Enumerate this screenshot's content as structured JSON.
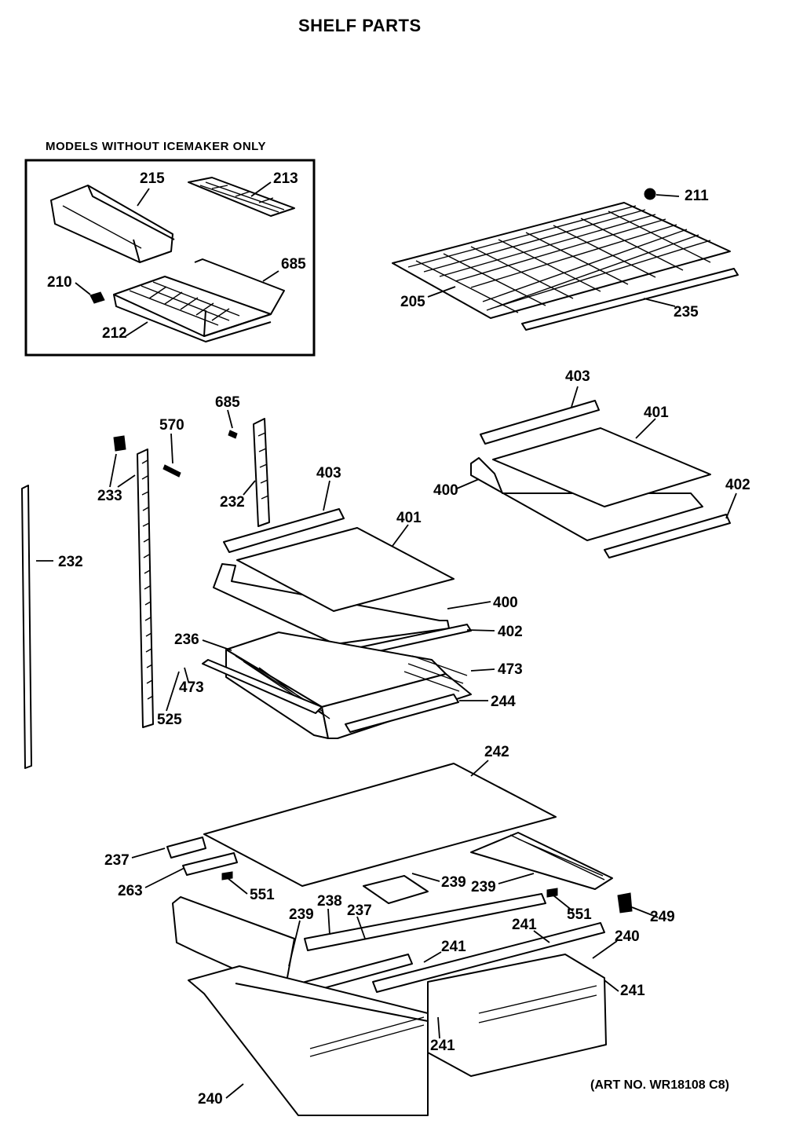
{
  "title": "SHELF PARTS",
  "inset_title": "MODELS WITHOUT ICEMAKER ONLY",
  "art_number": "(ART NO. WR18108 C8)",
  "labels": {
    "l215": "215",
    "l213": "213",
    "l685a": "685",
    "l210": "210",
    "l212": "212",
    "l211": "211",
    "l205": "205",
    "l235": "235",
    "l403a": "403",
    "l401a": "401",
    "l400a": "400",
    "l402a": "402",
    "l685b": "685",
    "l570": "570",
    "l233": "233",
    "l232a": "232",
    "l232b": "232",
    "l403b": "403",
    "l401b": "401",
    "l400b": "400",
    "l402b": "402",
    "l236": "236",
    "l473a": "473",
    "l473b": "473",
    "l244": "244",
    "l525": "525",
    "l242": "242",
    "l237a": "237",
    "l263": "263",
    "l551a": "551",
    "l239a": "239",
    "l239b": "239",
    "l239c": "239",
    "l238": "238",
    "l237b": "237",
    "l551b": "551",
    "l249": "249",
    "l241a": "241",
    "l241b": "241",
    "l241c": "241",
    "l241d": "241",
    "l240a": "240",
    "l240b": "240"
  }
}
